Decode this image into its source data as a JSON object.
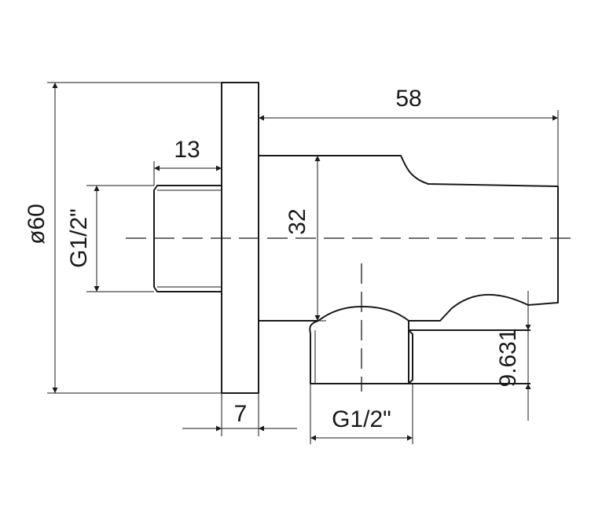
{
  "dimensions": {
    "total_length": "58",
    "thread_length": "13",
    "body_height": "32",
    "flange_diameter": "ø60",
    "inlet_thread": "G1/2\"",
    "outlet_thread": "G1/2\"",
    "flange_thickness": "7",
    "outlet_offset": "9.631"
  }
}
